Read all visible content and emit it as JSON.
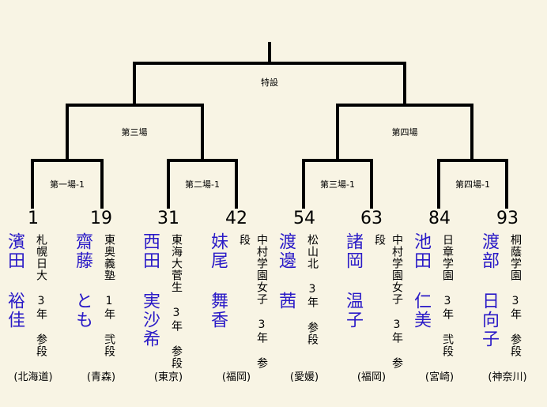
{
  "rounds": {
    "final": "特設",
    "semis": [
      "第三場",
      "第四場"
    ],
    "quarters": [
      "第一場-1",
      "第二場-1",
      "第三場-1",
      "第四場-1"
    ]
  },
  "players": [
    {
      "seed": "1",
      "name": "濱田 裕佳",
      "info": "札幌日大 3年 参段",
      "pref": "(北海道)"
    },
    {
      "seed": "19",
      "name": "齋藤 とも",
      "info": "東奥義塾 1年 弐段",
      "pref": "(青森)"
    },
    {
      "seed": "31",
      "name": "西田 実沙希",
      "info": "東海大菅生 3年 参段",
      "pref": "(東京)"
    },
    {
      "seed": "42",
      "name": "妹尾 舞香",
      "info": "中村学園女子 3年 参段",
      "pref": "(福岡)"
    },
    {
      "seed": "54",
      "name": "渡邊 茜",
      "info": "松山北 3年 参段",
      "pref": "(愛媛)"
    },
    {
      "seed": "63",
      "name": "諸岡 温子",
      "info": "中村学園女子 3年 参段",
      "pref": "(福岡)"
    },
    {
      "seed": "84",
      "name": "池田 仁美",
      "info": "日章学園 3年 弐段",
      "pref": "(宮崎)"
    },
    {
      "seed": "93",
      "name": "渡部 日向子",
      "info": "桐蔭学園 3年 参段",
      "pref": "(神奈川)"
    }
  ]
}
